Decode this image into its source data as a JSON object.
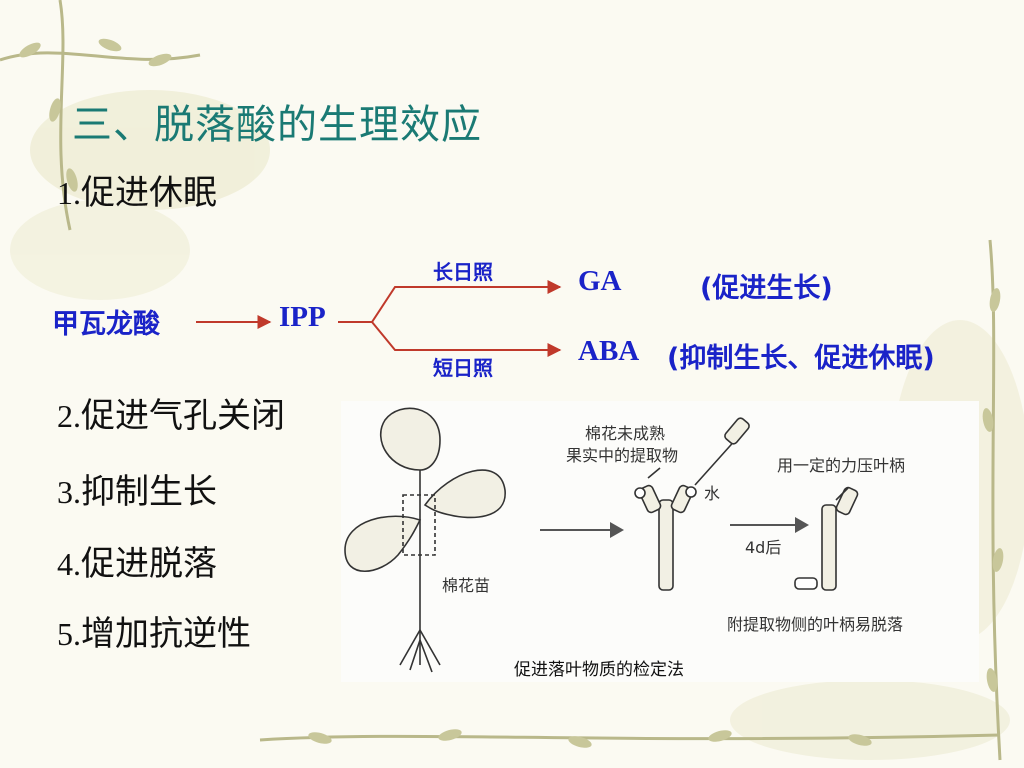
{
  "title": "三、脱落酸的生理效应",
  "effects": [
    {
      "num": "1.",
      "text": "促进休眠"
    },
    {
      "num": "2.",
      "text": "促进气孔关闭"
    },
    {
      "num": "3.",
      "text": "抑制生长"
    },
    {
      "num": "4.",
      "text": "促进脱落"
    },
    {
      "num": "5.",
      "text": "增加抗逆性"
    }
  ],
  "pathway": {
    "precursor": "甲瓦龙酸",
    "intermediate": "IPP",
    "long_day": "长日照",
    "short_day": "短日照",
    "product_1": "GA",
    "product_1_effect": "(促进生长)",
    "product_2": "ABA",
    "product_2_effect": "(抑制生长、促进休眠)"
  },
  "figure": {
    "label_extract_line1": "棉花未成熟",
    "label_extract_line2": "果实中的提取物",
    "label_press": "用一定的力压叶柄",
    "label_water": "水",
    "label_seedling": "棉花苗",
    "label_time": "4d后",
    "label_result": "附提取物侧的叶柄易脱落",
    "caption": "促进落叶物质的检定法"
  },
  "colors": {
    "title": "#1a7a74",
    "flow_text": "#1a23c8",
    "arrow": "#c0392b"
  }
}
